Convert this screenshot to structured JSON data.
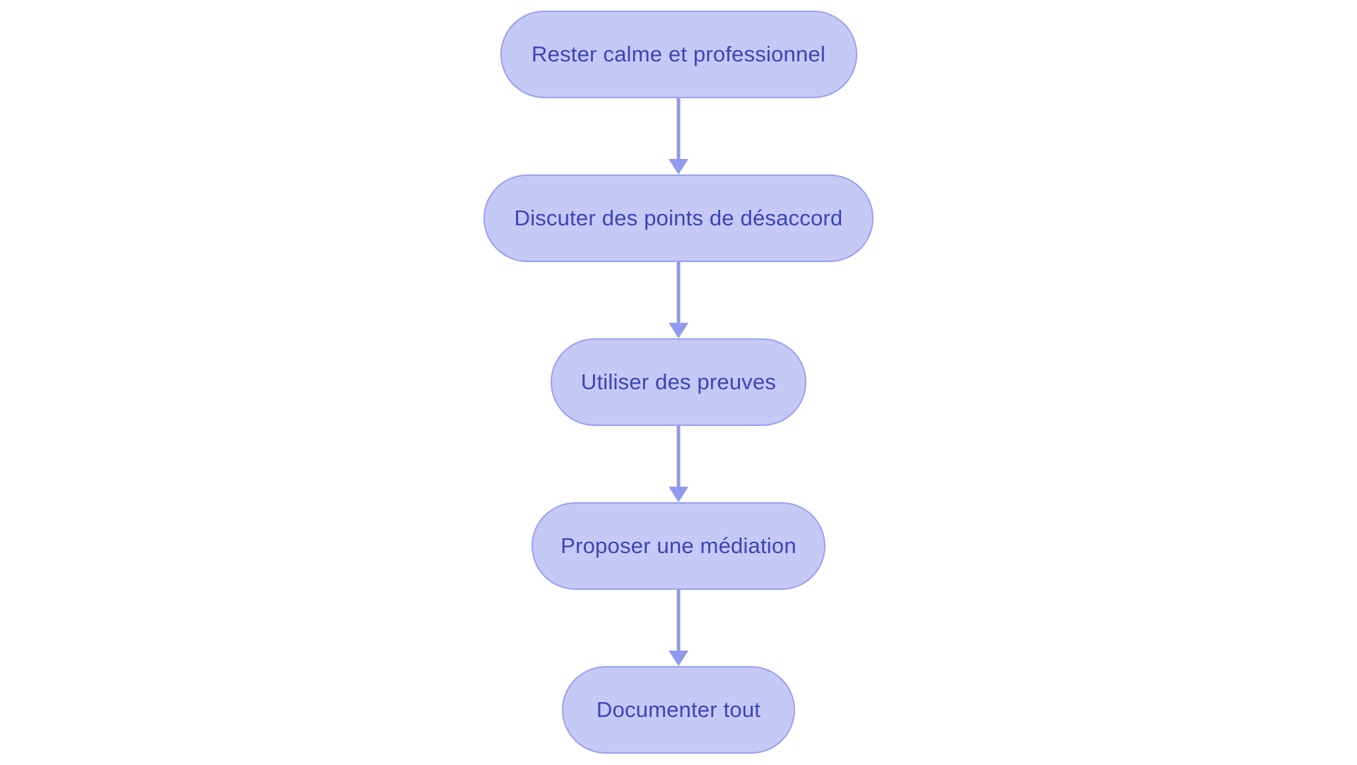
{
  "diagram": {
    "type": "flowchart",
    "direction": "top-down",
    "nodes": [
      {
        "id": "step-1",
        "label": "Rester calme et professionnel"
      },
      {
        "id": "step-2",
        "label": "Discuter des points de désaccord"
      },
      {
        "id": "step-3",
        "label": "Utiliser des preuves"
      },
      {
        "id": "step-4",
        "label": "Proposer une médiation"
      },
      {
        "id": "step-5",
        "label": "Documenter tout"
      }
    ],
    "edges": [
      {
        "from": "step-1",
        "to": "step-2"
      },
      {
        "from": "step-2",
        "to": "step-3"
      },
      {
        "from": "step-3",
        "to": "step-4"
      },
      {
        "from": "step-4",
        "to": "step-5"
      }
    ]
  },
  "colors": {
    "background": "#ffffff",
    "node_fill": "#c6c9f6",
    "node_border": "#99a1ef",
    "node_text": "#3b45b8",
    "arrow": "#919aec"
  }
}
